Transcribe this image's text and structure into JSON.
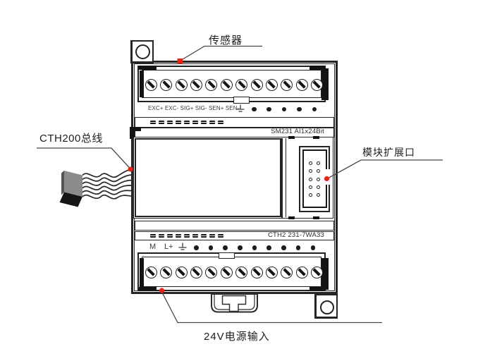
{
  "callouts": {
    "sensor": {
      "label": "传感器"
    },
    "bus": {
      "label": "CTH200总线"
    },
    "expansion": {
      "label": "模块扩展口"
    },
    "power": {
      "label": "24V电源输入"
    }
  },
  "module": {
    "top_model": "SM231 AI1x24Bit",
    "bottom_model": "CTH2 231-7WA33",
    "top_terminal_text": "EXC+ EXC- SIG+ SIG- SEN+ SEN-",
    "power_terminal_m": "M",
    "power_terminal_lplus": "L+",
    "top_terminal_count": 12,
    "bottom_terminal_count": 12,
    "top_led_count": 5,
    "bottom_led_count": 9,
    "dash_count": 9,
    "expansion_pin_count": 10
  },
  "colors": {
    "line": "#262626",
    "marker_red": "#e8231a",
    "cable_gray": "#8c8c8c",
    "cable_dark": "#161616"
  }
}
